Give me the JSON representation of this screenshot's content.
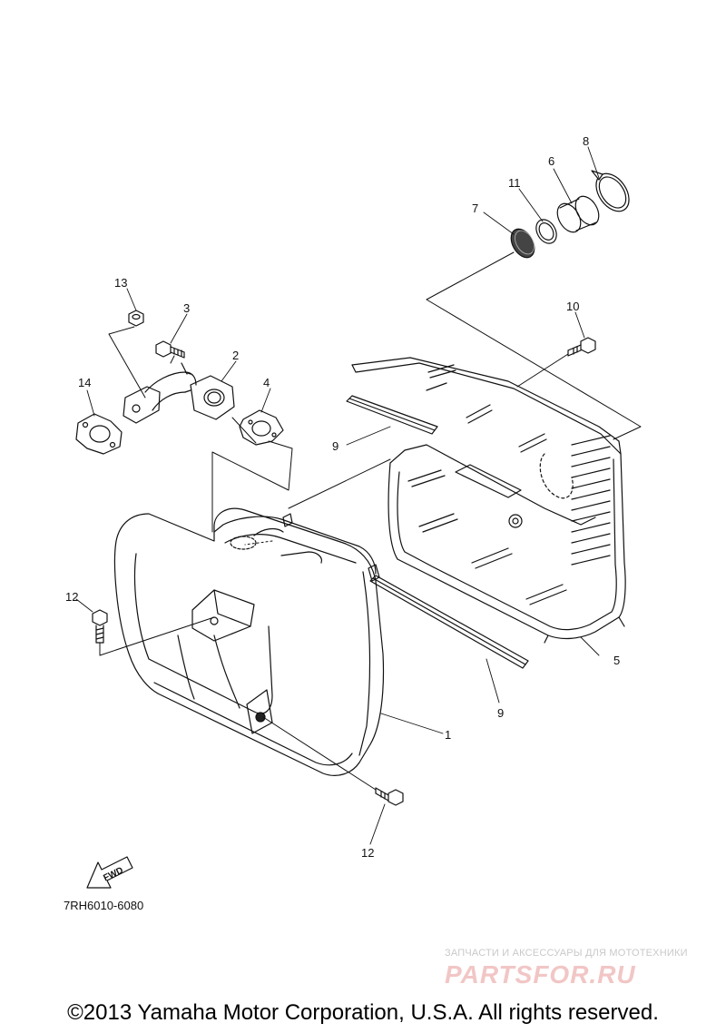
{
  "diagram": {
    "part_numbers": {
      "p1": "1",
      "p2": "2",
      "p3": "3",
      "p4": "4",
      "p5": "5",
      "p6": "6",
      "p7": "7",
      "p8": "8",
      "p9a": "9",
      "p9b": "9",
      "p10": "10",
      "p11": "11",
      "p12a": "12",
      "p12b": "12",
      "p13": "13",
      "p14": "14"
    },
    "fwd_label": "FWD",
    "drawing_code": "7RH6010-6080"
  },
  "watermark": {
    "tagline": "ЗАПЧАСТИ И АКСЕССУАРЫ ДЛЯ МОТОТЕХНИКИ",
    "logo": "PARTSFOR.RU"
  },
  "footer": {
    "copyright": "©2013 Yamaha Motor Corporation, U.S.A. All rights reserved."
  }
}
